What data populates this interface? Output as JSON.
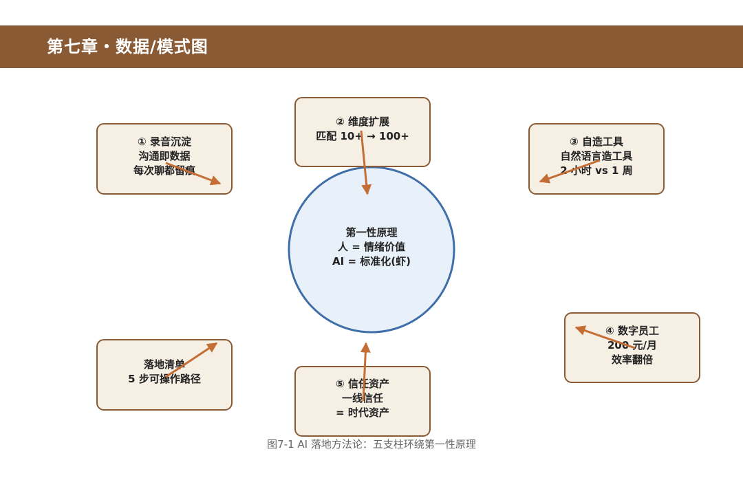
{
  "header": {
    "title": "第七章・数据/模式图"
  },
  "colors": {
    "header_bg": "#8a5a35",
    "node_fill": "#f5efe4",
    "node_stroke": "#8a5a35",
    "hub_fill": "#e8f0fa",
    "hub_stroke": "#3f6ea8",
    "arrow": "#c46d34"
  },
  "diagram": {
    "hub": {
      "lines": [
        "第一性原理",
        "人 = 情绪价值",
        "AI = 标准化(虾)"
      ]
    },
    "nodes": [
      {
        "lines": [
          "① 录音沉淀",
          "沟通即数据",
          "每次聊都留痕"
        ]
      },
      {
        "lines": [
          "② 维度扩展",
          "匹配 10+ → 100+"
        ]
      },
      {
        "lines": [
          "③ 自造工具",
          "自然语言造工具",
          "2 小时 vs 1 周"
        ]
      },
      {
        "lines": [
          "④ 数字员工",
          "200 元/月",
          "效率翻倍"
        ]
      },
      {
        "lines": [
          "⑤ 信任资产",
          "一线信任",
          "= 时代资产"
        ]
      },
      {
        "lines": [
          "落地清单",
          "5 步可操作路径"
        ]
      }
    ]
  },
  "caption": "图7-1 AI 落地方法论：五支柱环绕第一性原理"
}
